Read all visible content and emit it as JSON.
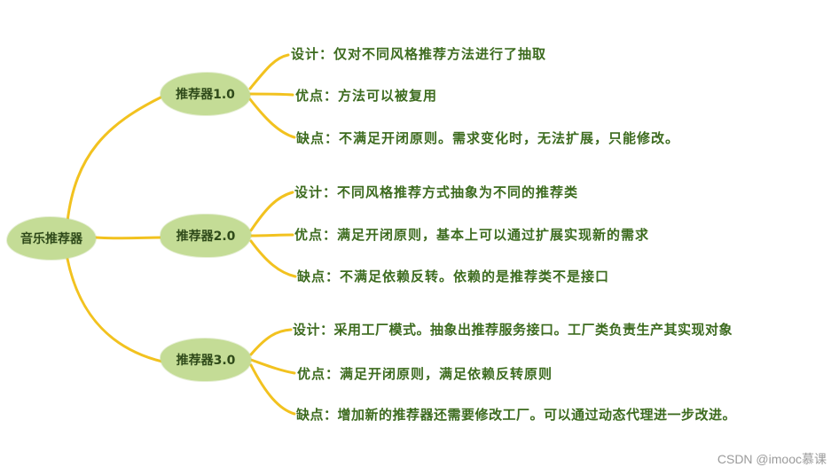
{
  "colors": {
    "branch": "#f2c21f",
    "node_fill": "#c4dc96",
    "node_text": "#2f4a1a",
    "leaf_text": "#3d6b1f",
    "watermark": "#9a9a9a"
  },
  "root": {
    "label": "音乐推荐器"
  },
  "branches": [
    {
      "label": "推荐器1.0",
      "leaves": [
        "设计：仅对不同风格推荐方法进行了抽取",
        "优点：方法可以被复用",
        "缺点：不满足开闭原则。需求变化时，无法扩展，只能修改。"
      ]
    },
    {
      "label": "推荐器2.0",
      "leaves": [
        "设计：不同风格推荐方式抽象为不同的推荐类",
        "优点：满足开闭原则，基本上可以通过扩展实现新的需求",
        "缺点：不满足依赖反转。依赖的是推荐类不是接口"
      ]
    },
    {
      "label": "推荐器3.0",
      "leaves": [
        "设计：采用工厂模式。抽象出推荐服务接口。工厂类负责生产其实现对象",
        "优点：满足开闭原则，满足依赖反转原则",
        "缺点：增加新的推荐器还需要修改工厂。可以通过动态代理进一步改进。"
      ]
    }
  ],
  "watermark": "CSDN @imooc慕课"
}
